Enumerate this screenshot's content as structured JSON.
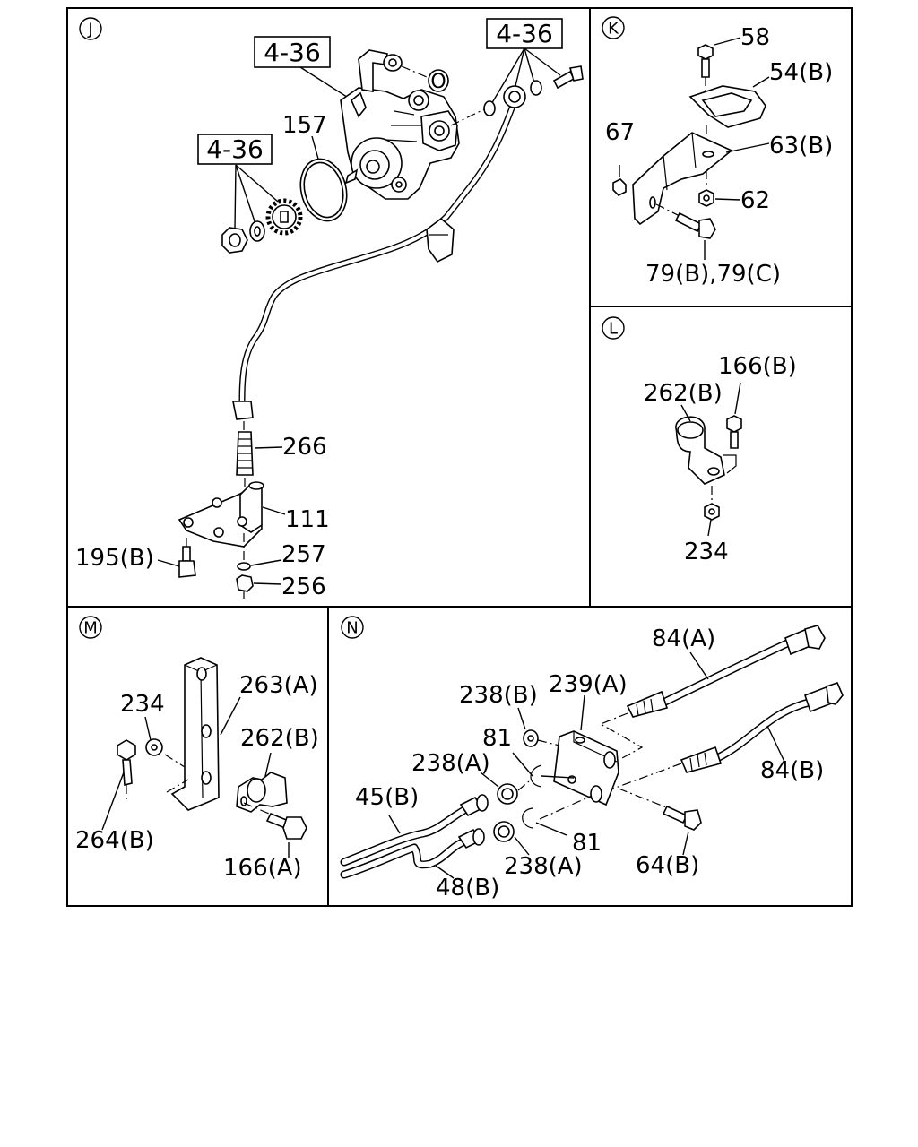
{
  "panels": {
    "J": {
      "marker": "J",
      "refs": [
        "4-36",
        "4-36",
        "4-36"
      ],
      "labels": [
        "157",
        "266",
        "111",
        "257",
        "256",
        "195(B)"
      ]
    },
    "K": {
      "marker": "K",
      "labels": [
        "58",
        "54(B)",
        "67",
        "63(B)",
        "62",
        "79(B),79(C)"
      ]
    },
    "L": {
      "marker": "L",
      "labels": [
        "166(B)",
        "262(B)",
        "234"
      ]
    },
    "M": {
      "marker": "M",
      "labels": [
        "234",
        "263(A)",
        "262(B)",
        "264(B)",
        "166(A)"
      ]
    },
    "N": {
      "marker": "N",
      "labels": [
        "84(A)",
        "238(B)",
        "239(A)",
        "81",
        "238(A)",
        "45(B)",
        "84(B)",
        "81",
        "238(A)",
        "64(B)",
        "48(B)"
      ]
    }
  }
}
